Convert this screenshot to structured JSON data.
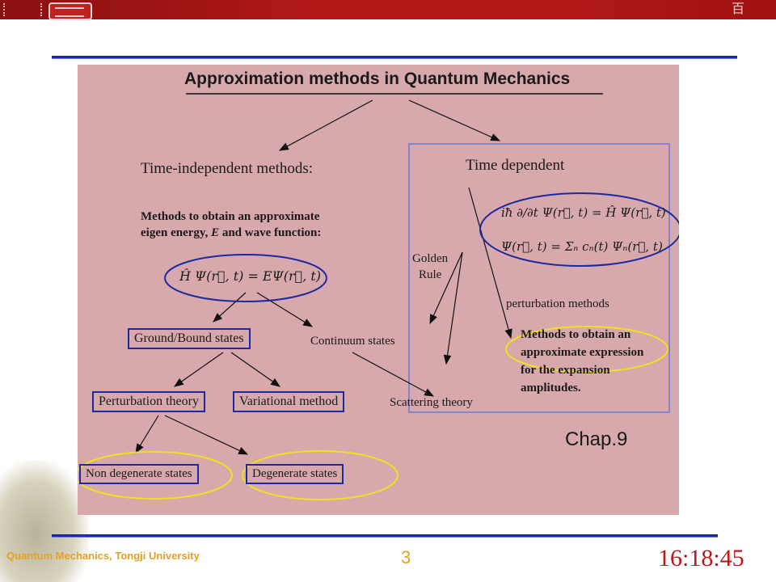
{
  "banner": {
    "logo_icon": "university-logo-icon",
    "stamp_icon": "seal-stamp-icon",
    "stamp_glyph": "百"
  },
  "diagram": {
    "title": "Approximation methods in Quantum Mechanics",
    "time_independent": "Time-independent methods:",
    "methods_desc_line1": "Methods to obtain an approximate",
    "methods_desc_line2": "eigen energy,",
    "methods_desc_E": "E",
    "methods_desc_line2b": "and wave function:",
    "eq_left": "Ĥ Ψ(r⃗, t) = EΨ(r⃗, t)",
    "ground_bound": "Ground/Bound states",
    "continuum": "Continuum states",
    "perturbation_theory": "Perturbation theory",
    "variational": "Variational method",
    "scattering": "Scattering theory",
    "non_degenerate": "Non degenerate states",
    "degenerate": "Degenerate states",
    "time_dependent": "Time dependent",
    "eq_td_1": "iħ ∂/∂t Ψ(r⃗, t) = Ĥ Ψ(r⃗, t)",
    "eq_td_2": "Ψ(r⃗, t) = Σₙ cₙ(t) Ψₙ(r⃗, t)",
    "golden_line1": "Golden",
    "golden_line2": "Rule",
    "perturbation_methods": "perturbation methods",
    "td_methods_line1": "Methods to obtain an",
    "td_methods_line2": "approximate expression",
    "td_methods_line3": "for the expansion",
    "td_methods_line4": "amplitudes.",
    "chap": "Chap.9"
  },
  "footer": {
    "course": "Quantum Mechanics, Tongji University",
    "page": "3",
    "time": "16:18:45"
  },
  "colors": {
    "slide_bg": "#d7a8ac",
    "highlight_blue": "#1b2aa0",
    "highlight_yellow": "#f0e020",
    "accent_orange": "#e8a020",
    "clock_red": "#c01818"
  }
}
